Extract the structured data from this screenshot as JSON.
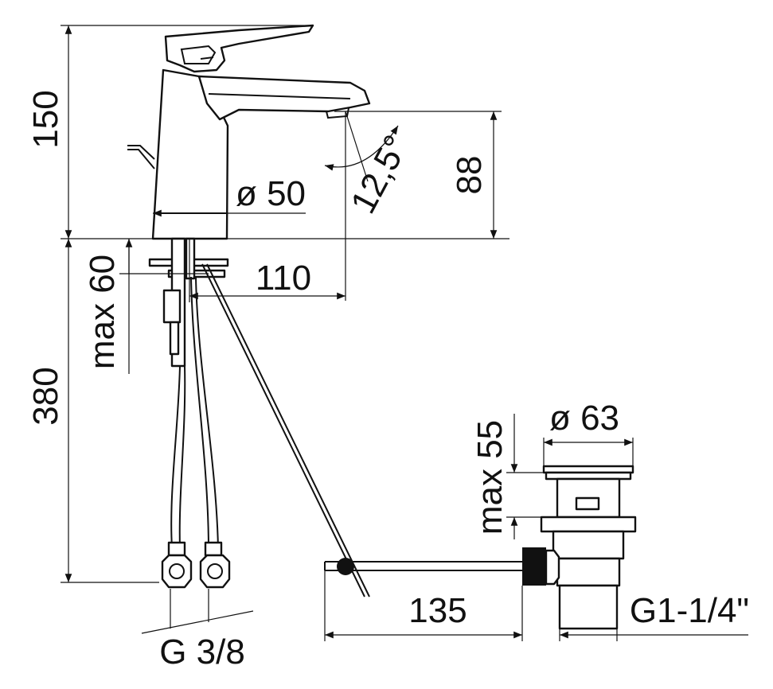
{
  "dimensions": {
    "height_total": "150",
    "spout_height": "88",
    "spout_angle": "12,5°",
    "body_diameter": "ø 50",
    "spout_reach": "110",
    "max_deck_thickness": "max 60",
    "hose_length": "380",
    "waste_diameter": "ø 63",
    "max_basin_thickness": "max 55",
    "rod_length": "135",
    "waste_thread": "G1-1/4\"",
    "hose_thread": "G 3/8"
  },
  "colors": {
    "line": "#111111",
    "background": "#ffffff"
  }
}
